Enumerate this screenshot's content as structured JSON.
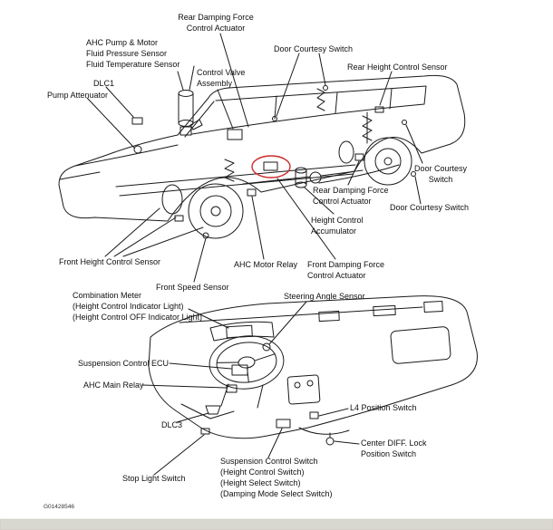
{
  "figure": {
    "id": "G01428546",
    "description": "Vehicle AHC suspension component location diagram (vehicle body view and instrument panel view)"
  },
  "colors": {
    "line": "#1a1a1a",
    "highlight": "#cc2b2b",
    "bottom_bar": "#d9d8d0"
  },
  "upper_diagram": {
    "labels": {
      "rear_damping_top": "Rear Damping Force\nControl Actuator",
      "ahc_pump": "AHC Pump & Motor\nFluid Pressure Sensor\nFluid Temperature Sensor",
      "door_courtesy_top": "Door Courtesy Switch",
      "rear_height_sensor": "Rear Height Control Sensor",
      "dlc1": "DLC1",
      "pump_attenuator": "Pump Attenuator",
      "control_valve": "Control Valve\nAssembly",
      "door_courtesy_right": "Door Courtesy\nSwitch",
      "rear_damping_mid": "Rear Damping Force\nControl Actuator",
      "door_courtesy_mid": "Door Courtesy Switch",
      "height_accumulator": "Height Control\nAccumulator",
      "front_height_sensor": "Front Height Control Sensor",
      "front_speed_sensor": "Front Speed Sensor",
      "ahc_motor_relay": "AHC Motor Relay",
      "front_damping": "Front Damping Force\nControl Actuator"
    }
  },
  "lower_diagram": {
    "labels": {
      "combination_meter": "Combination Meter\n(Height Control Indicator Light)\n(Height Control OFF Indicator Light)",
      "steering_angle": "Steering Angle Sensor",
      "suspension_ecu": "Suspension Control ECU",
      "ahc_main_relay": "AHC Main Relay",
      "dlc3": "DLC3",
      "l4_switch": "L4 Position Switch",
      "center_diff": "Center DIFF. Lock\nPosition Switch",
      "stop_light": "Stop Light Switch",
      "suspension_switch": "Suspension Control Switch\n(Height Control Switch)\n(Height Select Switch)\n(Damping Mode Select Switch)"
    }
  }
}
